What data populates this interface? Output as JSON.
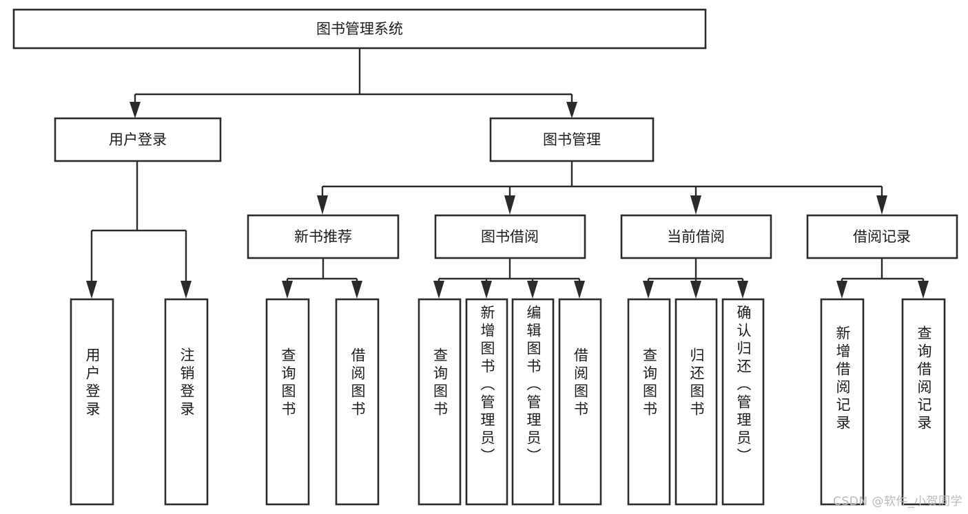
{
  "diagram": {
    "type": "tree-hierarchy-chart",
    "title": "图书管理系统",
    "background_color": "#ffffff",
    "line_color": "#2b2b2b",
    "text_color": "#1c1c1c",
    "watermark": "CSDN @软件_小贺同学",
    "levels": {
      "level1": [
        "图书管理系统"
      ],
      "level2": [
        "用户登录",
        "图书管理"
      ],
      "level3": [
        "新书推荐",
        "图书借阅",
        "当前借阅",
        "借阅记录"
      ],
      "level4": [
        "用户登录",
        "注销登录",
        "查询图书",
        "借阅图书",
        "查询图书",
        "新增图书（管理员）",
        "编辑图书（管理员）",
        "借阅图书",
        "查询图书",
        "归还图书",
        "确认归还（管理员）",
        "新增借阅记录",
        "查询借阅记录"
      ]
    },
    "nodes": {
      "root": {
        "label": "图书管理系统"
      },
      "user_login": {
        "label": "用户登录"
      },
      "book_manage": {
        "label": "图书管理"
      },
      "new_book_rec": {
        "label": "新书推荐"
      },
      "book_borrow": {
        "label": "图书借阅"
      },
      "current_borrow": {
        "label": "当前借阅"
      },
      "borrow_record": {
        "label": "借阅记录"
      },
      "leaf_user_login": {
        "label": "用户登录"
      },
      "leaf_logout": {
        "label": "注销登录"
      },
      "leaf_query_book_1": {
        "label": "查询图书"
      },
      "leaf_borrow_book_1": {
        "label": "借阅图书"
      },
      "leaf_query_book_2": {
        "label": "查询图书"
      },
      "leaf_add_book": {
        "label": "新增图书（管理员）"
      },
      "leaf_edit_book": {
        "label": "编辑图书（管理员）"
      },
      "leaf_borrow_book_2": {
        "label": "借阅图书"
      },
      "leaf_query_book_3": {
        "label": "查询图书"
      },
      "leaf_return_book": {
        "label": "归还图书"
      },
      "leaf_confirm_return": {
        "label": "确认归还（管理员）"
      },
      "leaf_add_record": {
        "label": "新增借阅记录"
      },
      "leaf_query_record": {
        "label": "查询借阅记录"
      }
    },
    "edges": [
      {
        "from": "图书管理系统",
        "to": "用户登录"
      },
      {
        "from": "图书管理系统",
        "to": "图书管理"
      },
      {
        "from": "用户登录",
        "to": "用户登录"
      },
      {
        "from": "用户登录",
        "to": "注销登录"
      },
      {
        "from": "图书管理",
        "to": "新书推荐"
      },
      {
        "from": "图书管理",
        "to": "图书借阅"
      },
      {
        "from": "图书管理",
        "to": "当前借阅"
      },
      {
        "from": "图书管理",
        "to": "借阅记录"
      },
      {
        "from": "新书推荐",
        "to": "查询图书"
      },
      {
        "from": "新书推荐",
        "to": "借阅图书"
      },
      {
        "from": "图书借阅",
        "to": "查询图书"
      },
      {
        "from": "图书借阅",
        "to": "新增图书（管理员）"
      },
      {
        "from": "图书借阅",
        "to": "编辑图书（管理员）"
      },
      {
        "from": "图书借阅",
        "to": "借阅图书"
      },
      {
        "from": "当前借阅",
        "to": "查询图书"
      },
      {
        "from": "当前借阅",
        "to": "归还图书"
      },
      {
        "from": "当前借阅",
        "to": "确认归还（管理员）"
      },
      {
        "from": "借阅记录",
        "to": "新增借阅记录"
      },
      {
        "from": "借阅记录",
        "to": "查询借阅记录"
      }
    ]
  }
}
